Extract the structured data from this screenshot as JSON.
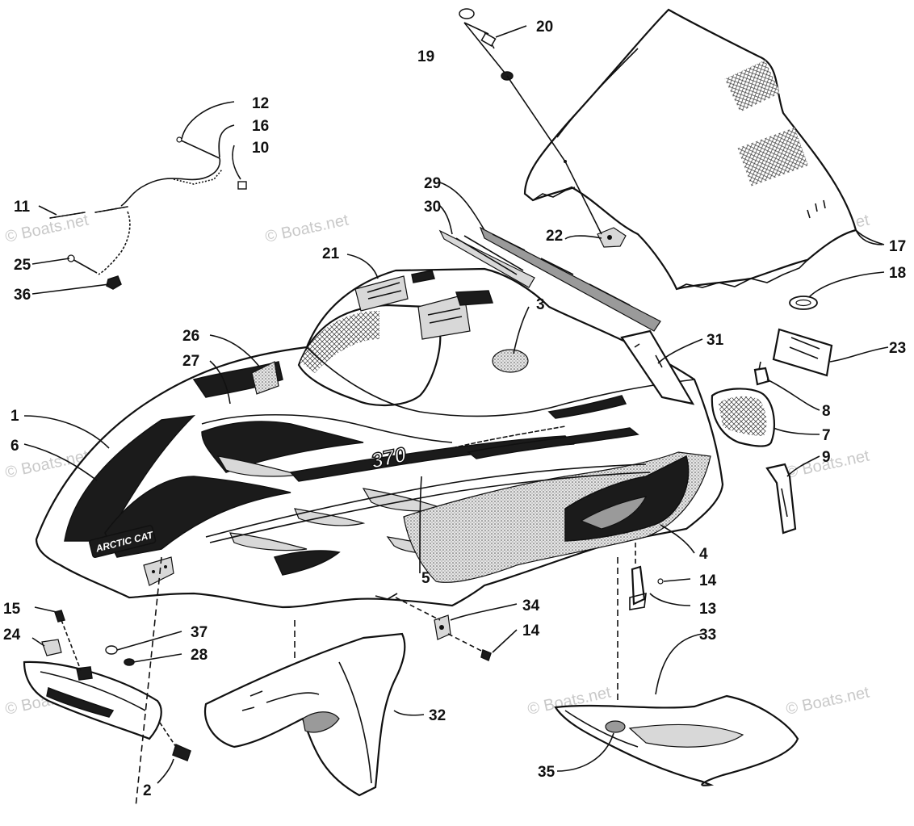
{
  "watermark": {
    "text": "© Boats.net"
  },
  "hood_decal": {
    "brand": "ARCTIC CAT",
    "model": "370"
  },
  "callouts": [
    {
      "id": "c1",
      "label": "1"
    },
    {
      "id": "c2",
      "label": "2"
    },
    {
      "id": "c3",
      "label": "3"
    },
    {
      "id": "c4",
      "label": "4"
    },
    {
      "id": "c5",
      "label": "5"
    },
    {
      "id": "c6",
      "label": "6"
    },
    {
      "id": "c7",
      "label": "7"
    },
    {
      "id": "c8",
      "label": "8"
    },
    {
      "id": "c9",
      "label": "9"
    },
    {
      "id": "c10",
      "label": "10"
    },
    {
      "id": "c11",
      "label": "11"
    },
    {
      "id": "c12",
      "label": "12"
    },
    {
      "id": "c13",
      "label": "13"
    },
    {
      "id": "c14a",
      "label": "14"
    },
    {
      "id": "c14b",
      "label": "14"
    },
    {
      "id": "c15",
      "label": "15"
    },
    {
      "id": "c16",
      "label": "16"
    },
    {
      "id": "c17",
      "label": "17"
    },
    {
      "id": "c18",
      "label": "18"
    },
    {
      "id": "c19",
      "label": "19"
    },
    {
      "id": "c20",
      "label": "20"
    },
    {
      "id": "c21",
      "label": "21"
    },
    {
      "id": "c22",
      "label": "22"
    },
    {
      "id": "c23",
      "label": "23"
    },
    {
      "id": "c24",
      "label": "24"
    },
    {
      "id": "c25",
      "label": "25"
    },
    {
      "id": "c26",
      "label": "26"
    },
    {
      "id": "c27",
      "label": "27"
    },
    {
      "id": "c28",
      "label": "28"
    },
    {
      "id": "c29",
      "label": "29"
    },
    {
      "id": "c30",
      "label": "30"
    },
    {
      "id": "c31",
      "label": "31"
    },
    {
      "id": "c32",
      "label": "32"
    },
    {
      "id": "c33",
      "label": "33"
    },
    {
      "id": "c34",
      "label": "34"
    },
    {
      "id": "c35",
      "label": "35"
    },
    {
      "id": "c36",
      "label": "36"
    },
    {
      "id": "c37",
      "label": "37"
    }
  ]
}
